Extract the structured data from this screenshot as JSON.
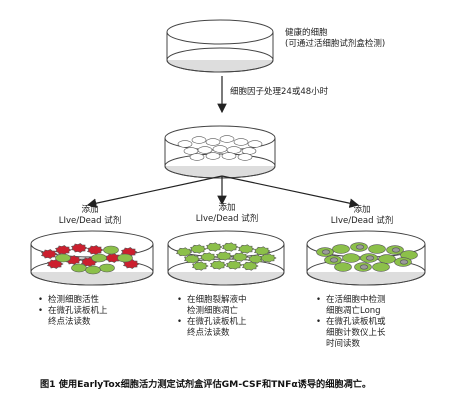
{
  "top_label": [
    "健康的细胞",
    "(可通过活细胞试剂盒检测)"
  ],
  "step_label": "细胞因子处理24或48小时",
  "add_label": [
    "添加",
    "LIve/Dead 试剂"
  ],
  "columns": [
    {
      "bullets": [
        [
          "检测细胞活性"
        ],
        [
          "在微孔读板机上",
          "终点法读数"
        ]
      ]
    },
    {
      "bullets": [
        [
          "在细胞裂解液中",
          "检测细胞凋亡"
        ],
        [
          "在微孔读板机上",
          "终点法读数"
        ]
      ]
    },
    {
      "bullets": [
        [
          "在活细胞中检测",
          "细胞凋亡Long"
        ],
        [
          "在微孔读板机或",
          "细胞计数仪上长",
          "时间读数"
        ]
      ]
    }
  ],
  "caption": "图1 使用EarlyTox细胞活力测定试剂盒评估GM-CSF和TNFα诱导的细胞凋亡。",
  "colors": {
    "live": "#8cc04a",
    "dead": "#cc1f2e",
    "cell_outline": "#555555",
    "dish_outline": "#444444"
  }
}
